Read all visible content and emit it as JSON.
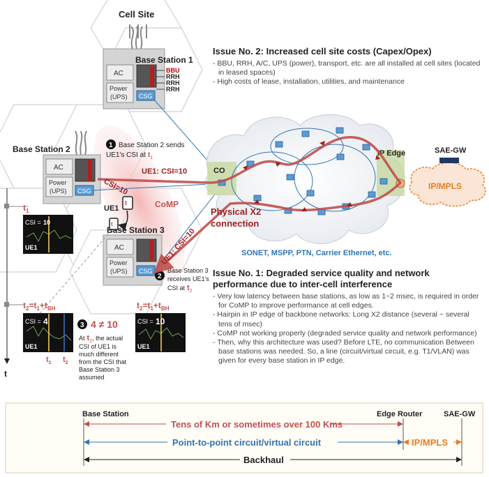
{
  "cell_site": {
    "title": "Cell Site"
  },
  "bs1": {
    "title": "Base Station 1",
    "ac": "AC",
    "power": "Power",
    "ups": "(UPS)",
    "csg": "CSG",
    "units": [
      "BBU",
      "RRH",
      "RRH",
      "RRH"
    ]
  },
  "bs2": {
    "title": "Base Station 2",
    "ac": "AC",
    "power": "Power",
    "ups": "(UPS)",
    "csg": "CSG"
  },
  "bs3": {
    "title": "Base Station 3",
    "ac": "AC",
    "power": "Power",
    "ups": "(UPS)",
    "csg": "CSG"
  },
  "steps": {
    "s1_num": "1",
    "s1_line1": "Base Station 2 sends",
    "s1_line2": "UE1's CSI at",
    "s1_t": "t",
    "s2_num": "2",
    "s2_line1": "Base Station 3",
    "s2_line2": "receives UE1's",
    "s2_line3": "CSI at",
    "s2_t": "t",
    "s3_num": "3",
    "s3_ineq": "4 ≠ 10",
    "s3_line1": "At",
    "s3_line2": ", the actual",
    "s3_line3": "CSI of UE1 is",
    "s3_line4": "much different",
    "s3_line5": "from the CSI that",
    "s3_line6": "Base Station 3",
    "s3_line7": "assumed"
  },
  "labels": {
    "ue1": "UE1",
    "comp": "CoMP",
    "co": "CO",
    "ip_edge": "IP Edge",
    "sae_gw": "SAE-GW",
    "ip_mpls": "IP/MPLS",
    "x2_line1": "Physical X2",
    "x2_line2": "connection",
    "ue1_csi_top": "UE1: CSI=10",
    "csi10_diag": "CSI=10",
    "ue1_csi_bottom": "UE1: CSI=10",
    "network": "SONET, MSPP, PTN, Carrier Ethernet, etc.",
    "t_axis": "t",
    "t1": "t",
    "t2_eq": "t",
    "csi_label": "CSI =",
    "csi_4": "4",
    "csi_10": "10",
    "plus": "=t",
    "plus2": "+t",
    "sub1": "1",
    "sub2": "2",
    "subbh": "BH"
  },
  "issue2": {
    "title": "Issue No. 2: Increased cell site costs (Capex/Opex)",
    "bullets": [
      "BBU, RRH, A/C, UPS (power), transport, etc. are all installed at cell sites (located in leased spaces)",
      "High costs of lease, installation, utilities, and maintenance"
    ]
  },
  "issue1": {
    "title": "Issue No. 1: Degraded service quality and network performance due to inter-cell interference",
    "bullets": [
      "Very low latency between base stations, as low as 1~2 msec, is required in order for CoMP to improve performance at cell edges.",
      "Hairpin in IP edge of backbone networks: Long X2 distance (several ~ several tens of msec)",
      "CoMP not working properly (degraded service quality and network performance)",
      "Then, why this architecture was used? Before LTE, no communication Between base stations was needed. So, a line (circuit/virtual circuit, e.g. T1/VLAN) was given for every base station in IP edge."
    ]
  },
  "bottom": {
    "base_station": "Base Station",
    "edge_router": "Edge Router",
    "sae_gw": "SAE-GW",
    "distance": "Tens of Km or sometimes over 100 Kms",
    "p2p": "Point-to-point circuit/virtual circuit",
    "ipmpls": "IP/MPLS",
    "backhaul": "Backhaul"
  },
  "colors": {
    "red": "#c0504d",
    "darkred": "#a02020",
    "blue": "#2e75b6",
    "orange": "#e97c1f",
    "csg": "#5b9bd5"
  }
}
